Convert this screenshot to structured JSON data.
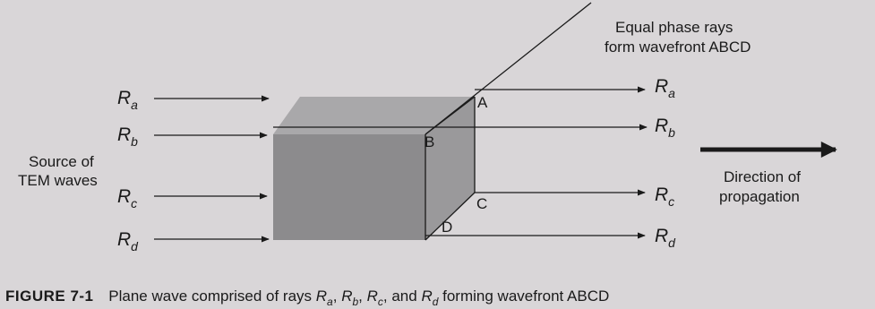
{
  "top_note": {
    "line1": "Equal phase rays",
    "line2": "form wavefront ABCD"
  },
  "source_label": {
    "line1": "Source of",
    "line2": "TEM waves"
  },
  "direction_label": {
    "line1": "Direction of",
    "line2": "propagation"
  },
  "rays": [
    {
      "letter": "R",
      "sub": "a"
    },
    {
      "letter": "R",
      "sub": "b"
    },
    {
      "letter": "R",
      "sub": "c"
    },
    {
      "letter": "R",
      "sub": "d"
    }
  ],
  "corners": {
    "A": "A",
    "B": "B",
    "C": "C",
    "D": "D"
  },
  "caption": {
    "fig": "FIGURE 7-1",
    "text_before": "Plane wave comprised of rays ",
    "r": "R",
    "sa": "a",
    "sb": "b",
    "sc": "c",
    "sd": "d",
    "and": ", and ",
    "sep": ", ",
    "text_after": " forming wavefront ABCD"
  },
  "colors": {
    "cube_front": "#8c8b8d",
    "cube_top": "#a9a8aa",
    "cube_side": "#9a999b",
    "ink": "#1a1a1a"
  }
}
